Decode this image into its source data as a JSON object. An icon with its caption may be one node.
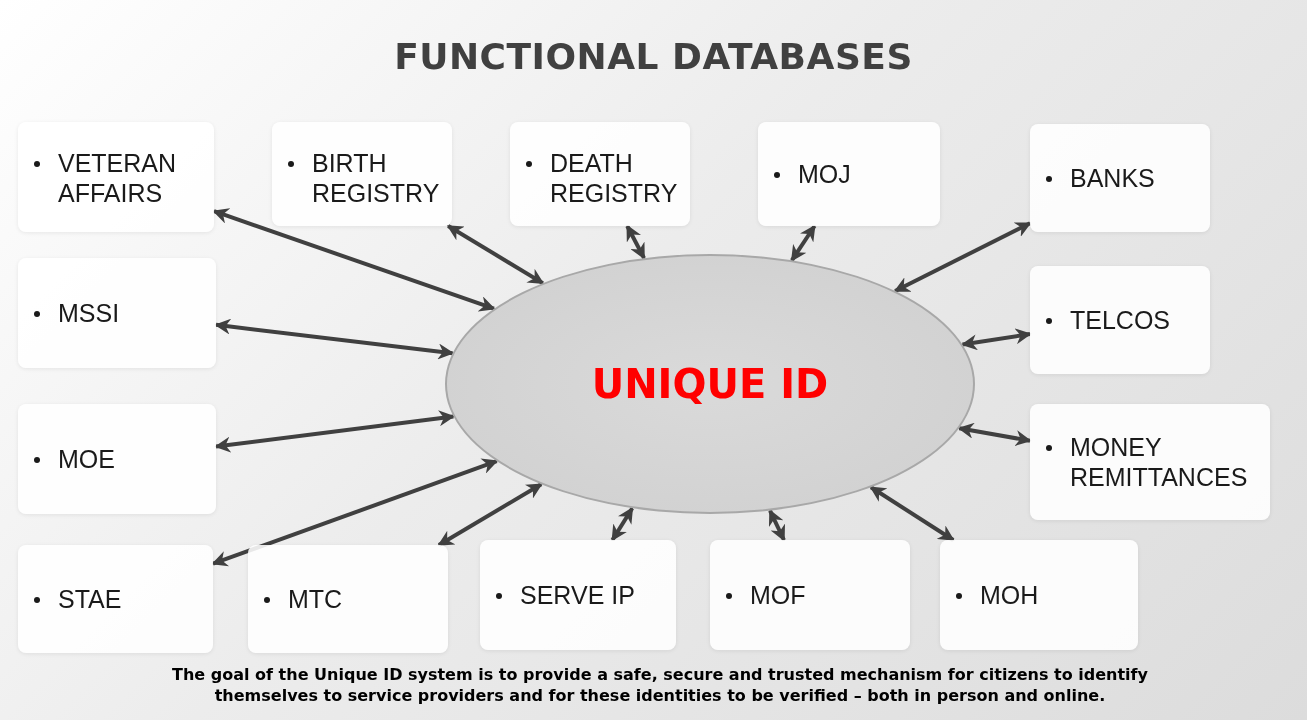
{
  "diagram": {
    "title": "FUNCTIONAL DATABASES",
    "caption": "The goal of the Unique ID system is to provide a safe, secure and trusted mechanism for citizens to identify themselves to service providers and for these identities to be verified – both in person and online.",
    "nodes": [
      {
        "text": [
          "VETERAN AFFAIRS"
        ]
      },
      {
        "text": [
          "BIRTH REGISTRY"
        ]
      },
      {
        "text": [
          "DEATH REGISTRY"
        ]
      },
      {
        "text": [
          "MOJ"
        ]
      },
      {
        "text": [
          "BANKS"
        ]
      },
      {
        "text": [
          "MSSI"
        ]
      },
      {
        "text": [
          "UNIQUE ID"
        ]
      },
      {
        "text": [
          "TELCOS"
        ]
      },
      {
        "text": [
          "MOE"
        ]
      },
      {
        "text": [
          "MONEY REMITTANCES"
        ]
      },
      {
        "text": [
          "STAE"
        ]
      },
      {
        "text": [
          "MTC"
        ]
      },
      {
        "text": [
          "SERVE IP"
        ]
      },
      {
        "text": [
          "MOF"
        ]
      },
      {
        "text": [
          "MOH"
        ]
      }
    ],
    "edges": [
      {
        "from": 6,
        "to": 0,
        "arrow": "both"
      },
      {
        "from": 6,
        "to": 1,
        "arrow": "both"
      },
      {
        "from": 6,
        "to": 2,
        "arrow": "both"
      },
      {
        "from": 6,
        "to": 3,
        "arrow": "both"
      },
      {
        "from": 6,
        "to": 4,
        "arrow": "both"
      },
      {
        "from": 6,
        "to": 5,
        "arrow": "both"
      },
      {
        "from": 6,
        "to": 7,
        "arrow": "both"
      },
      {
        "from": 6,
        "to": 8,
        "arrow": "both"
      },
      {
        "from": 6,
        "to": 9,
        "arrow": "both"
      },
      {
        "from": 6,
        "to": 10,
        "arrow": "both"
      },
      {
        "from": 6,
        "to": 11,
        "arrow": "both"
      },
      {
        "from": 6,
        "to": 12,
        "arrow": "both"
      },
      {
        "from": 6,
        "to": 13,
        "arrow": "both"
      },
      {
        "from": 6,
        "to": 14,
        "arrow": "both"
      }
    ]
  }
}
